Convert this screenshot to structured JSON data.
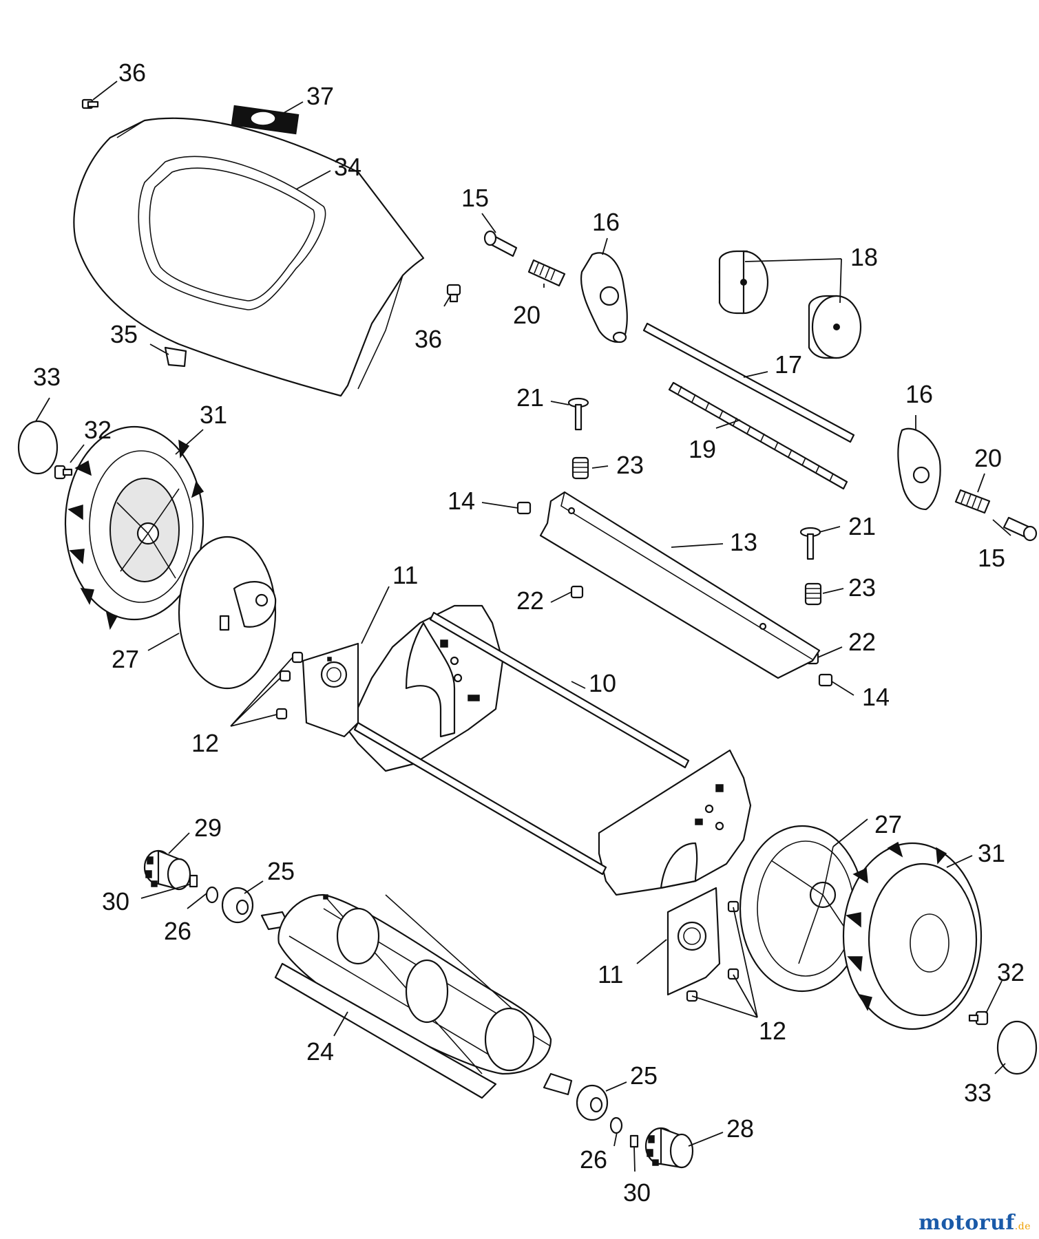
{
  "diagram": {
    "callouts": [
      "36",
      "37",
      "34",
      "15",
      "16",
      "18",
      "20",
      "36",
      "35",
      "17",
      "33",
      "32",
      "31",
      "21",
      "16",
      "19",
      "23",
      "20",
      "14",
      "13",
      "21",
      "15",
      "11",
      "22",
      "23",
      "22",
      "27",
      "10",
      "14",
      "12",
      "29",
      "27",
      "31",
      "25",
      "30",
      "26",
      "11",
      "32",
      "12",
      "24",
      "25",
      "33",
      "28",
      "26",
      "30"
    ]
  },
  "watermark": {
    "text": "motoruf",
    "suffix": ".de",
    "color_main": "#1a5aa8",
    "color_accent": "#f0a000"
  }
}
